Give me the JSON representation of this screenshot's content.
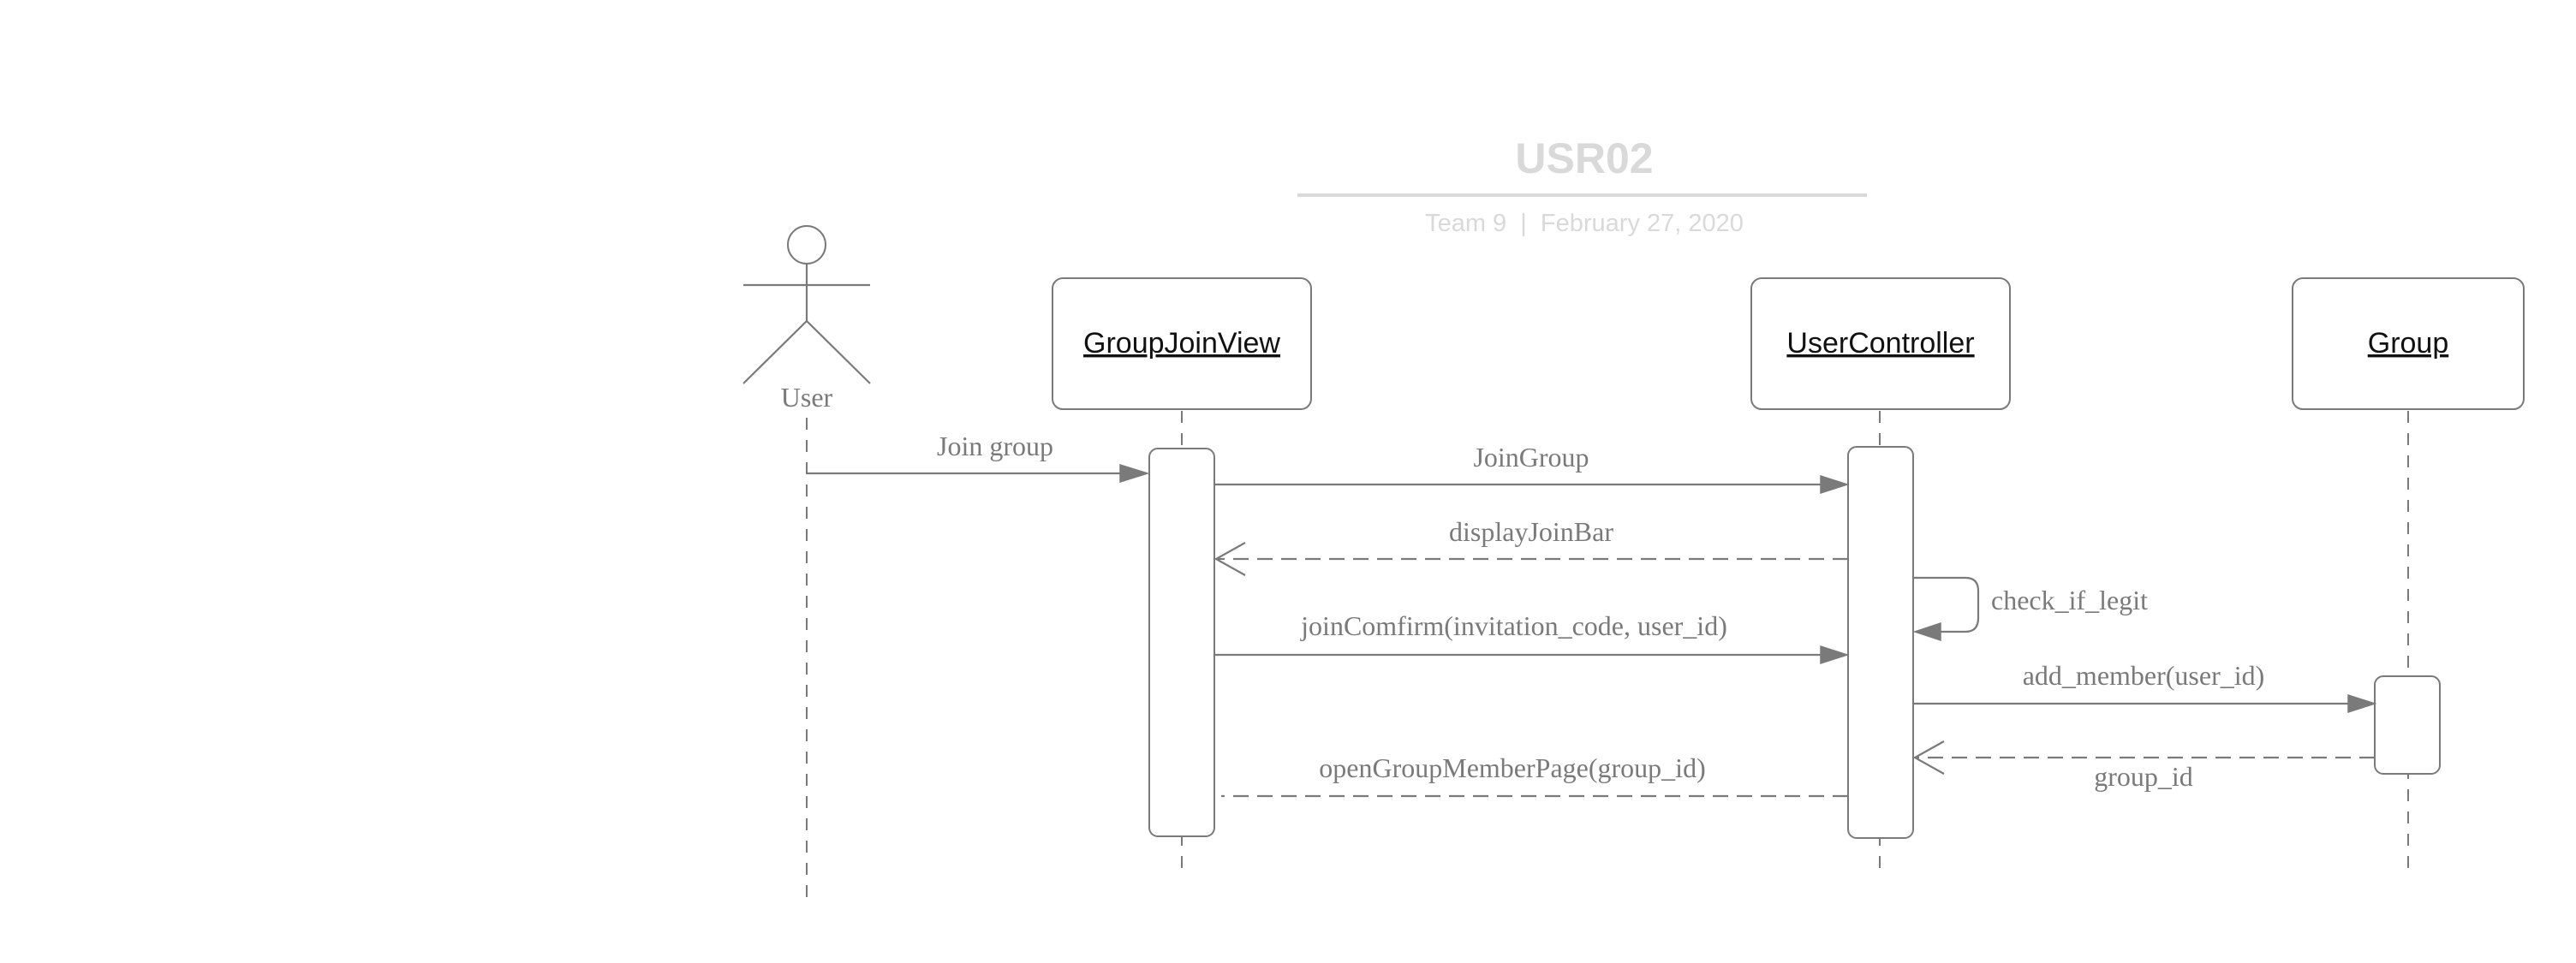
{
  "header": {
    "title": "USR02",
    "subtitle": "Team 9  |  February 27, 2020"
  },
  "actor": {
    "label": "User"
  },
  "objects": {
    "group_join_view": "GroupJoinView",
    "user_controller": "UserController",
    "group": "Group"
  },
  "messages": {
    "join_group": "Join group",
    "join_group_call": "JoinGroup",
    "display_join_bar": "displayJoinBar",
    "check_if_legit": "check_if_legit",
    "join_comfirm": "joinComfirm(invitation_code, user_id)",
    "add_member": "add_member(user_id)",
    "open_group_member_page": "openGroupMemberPage(group_id)",
    "group_id_return": "group_id"
  },
  "colors": {
    "line": "#7a7a7a",
    "title": "#d9d9d9",
    "object_text": "#111111"
  }
}
